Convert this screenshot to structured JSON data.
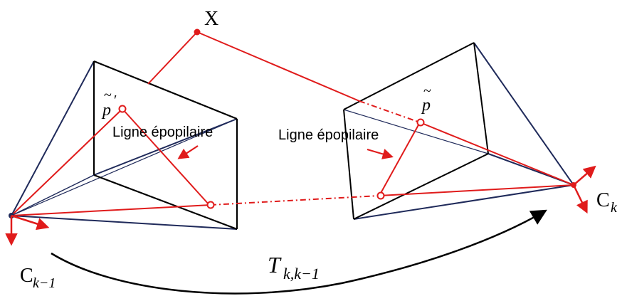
{
  "point_label": "X",
  "left_camera": {
    "label_main": "C",
    "label_sub": "k−1",
    "point_label_main": "p",
    "point_label_accent": "~",
    "point_label_prime": "′",
    "epipolar_label": "Ligne épopilaire"
  },
  "right_camera": {
    "label_main": "C",
    "label_sub": "k",
    "point_label_main": "p",
    "point_label_accent": "~",
    "epipolar_label": "Ligne épopilaire"
  },
  "transform": {
    "label_main": "T",
    "label_sub": "k,k−1"
  },
  "colors": {
    "frame": "#1f2a5a",
    "plane_edge": "#000000",
    "ray": "#e01b1b",
    "curve": "#000000"
  }
}
